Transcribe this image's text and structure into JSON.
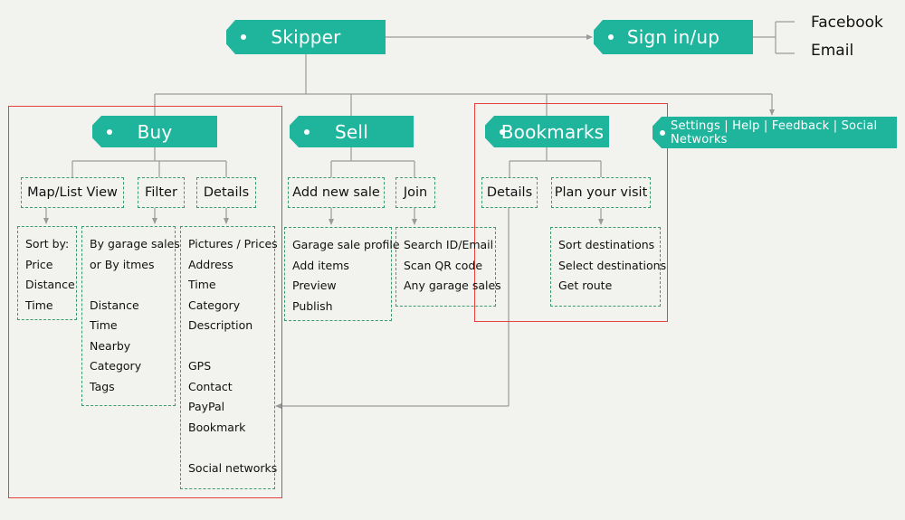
{
  "root": "Skipper",
  "signin": "Sign in/up",
  "signin_options": [
    "Facebook",
    "Email"
  ],
  "sections": {
    "buy": "Buy",
    "sell": "Sell",
    "bookmarks": "Bookmarks",
    "settings": "Settings | Help | Feedback | Social Networks"
  },
  "buy": {
    "map_view": "Map/List View",
    "filter": "Filter",
    "details": "Details",
    "map_items": [
      "Sort by:",
      "Price",
      "Distance",
      "Time"
    ],
    "filter_items": [
      "By garage sales",
      "or By itmes",
      "",
      "Distance",
      "Time",
      "Nearby",
      "Category",
      "Tags"
    ],
    "details_items": [
      "Pictures / Prices",
      "Address",
      "Time",
      "Category",
      "Description",
      "",
      "GPS",
      "Contact",
      "PayPal",
      "Bookmark",
      "",
      "Social networks"
    ]
  },
  "sell": {
    "add_new_sale": "Add new sale",
    "join": "Join",
    "add_items": [
      "Garage sale profile",
      "Add items",
      "Preview",
      "Publish"
    ],
    "join_items": [
      "Search ID/Email",
      "Scan QR code",
      "Any garage sales"
    ]
  },
  "bookmarks": {
    "details": "Details",
    "plan": "Plan your visit",
    "plan_items": [
      "Sort destinations",
      "Select destinations",
      "Get route"
    ]
  },
  "colors": {
    "accent": "#1fb59c",
    "highlight": "#e8413c",
    "dashed": "#3b9b6a",
    "connector": "#9a9a9a"
  }
}
